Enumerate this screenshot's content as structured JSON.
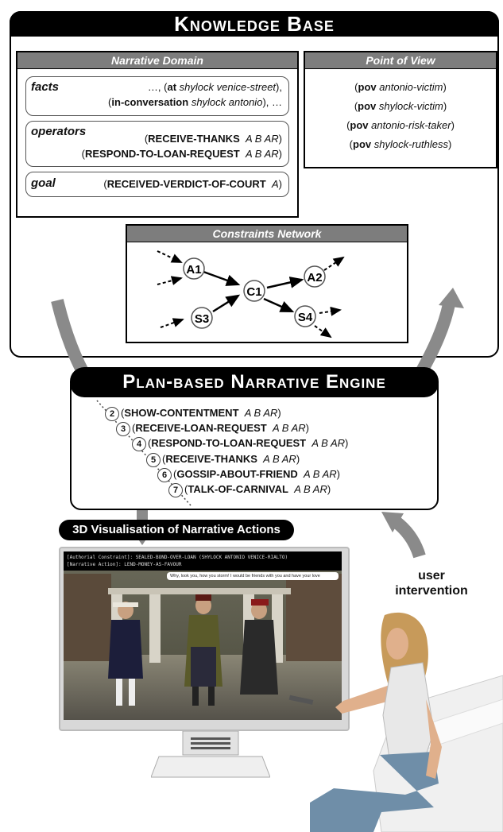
{
  "knowledge_base": {
    "title": "Knowledge Base"
  },
  "narrative_domain": {
    "title": "Narrative Domain",
    "facts": {
      "label": "facts",
      "line1_prefix": "…, (",
      "line1_kw": "at",
      "line1_arg": "shylock venice-street",
      "line1_suffix": "),",
      "line2_prefix": "(",
      "line2_kw": "in-conversation",
      "line2_arg": "shylock antonio",
      "line2_suffix": "), …"
    },
    "operators": {
      "label": "operators",
      "op1_name": "RECEIVE-THANKS",
      "op1_args": "A B AR",
      "op2_name": "RESPOND-TO-LOAN-REQUEST",
      "op2_args": "A B AR"
    },
    "goal": {
      "label": "goal",
      "name": "RECEIVED-VERDICT-OF-COURT",
      "args": "A"
    }
  },
  "point_of_view": {
    "title": "Point of View",
    "items": [
      {
        "kw": "pov",
        "arg": "antonio-victim"
      },
      {
        "kw": "pov",
        "arg": "shylock-victim"
      },
      {
        "kw": "pov",
        "arg": "antonio-risk-taker"
      },
      {
        "kw": "pov",
        "arg": "shylock-ruthless"
      }
    ]
  },
  "constraints_network": {
    "title": "Constraints Network",
    "nodes": [
      "A1",
      "C1",
      "A2",
      "S3",
      "S4"
    ]
  },
  "engine": {
    "title": "Plan-based Narrative Engine",
    "steps": [
      {
        "num": "2",
        "name": "SHOW-CONTENTMENT",
        "args": "A B AR"
      },
      {
        "num": "3",
        "name": "RECEIVE-LOAN-REQUEST",
        "args": "A B AR"
      },
      {
        "num": "4",
        "name": "RESPOND-TO-LOAN-REQUEST",
        "args": "A B AR"
      },
      {
        "num": "5",
        "name": "RECEIVE-THANKS",
        "args": "A B AR"
      },
      {
        "num": "6",
        "name": "GOSSIP-ABOUT-FRIEND",
        "args": "A B AR"
      },
      {
        "num": "7",
        "name": "TALK-OF-CARNIVAL",
        "args": "A B AR"
      }
    ]
  },
  "visualisation": {
    "label": "3D Visualisation of Narrative Actions",
    "hud_line1": "[Authorial Constraint]:   SEALED-BOND-OVER-LOAN (SHYLOCK ANTONIO VENICE-RIALTO)",
    "hud_line2": "[Narrative Action]:   LEND-MONEY-AS-FAVOUR",
    "speech": "Why, look you, how you storm! I would be friends with you and have your love"
  },
  "user": {
    "line1": "user",
    "line2": "intervention"
  },
  "colors": {
    "header_black": "#000000",
    "panel_gray": "#7d7d7d",
    "arrow_gray": "#8a8a8a"
  }
}
